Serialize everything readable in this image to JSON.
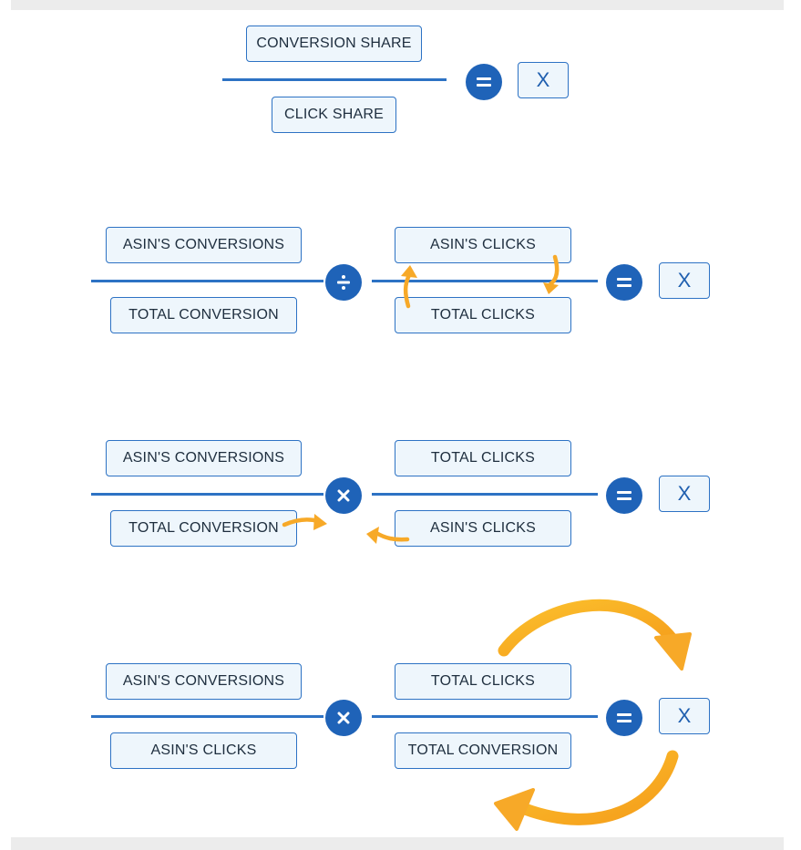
{
  "colors": {
    "primary": "#1f63b8",
    "box_fill": "#eef6fc",
    "arrow": "#f7a928"
  },
  "equation1": {
    "numerator": "CONVERSION SHARE",
    "denominator": "CLICK SHARE",
    "result": "X",
    "operator_icon": "equals-icon"
  },
  "equation2": {
    "left_numerator": "ASIN'S CONVERSIONS",
    "left_denominator": "TOTAL CONVERSION",
    "operator_icon": "divide-icon",
    "right_numerator": "ASIN'S CLICKS",
    "right_denominator": "TOTAL CLICKS",
    "result": "X",
    "arrows": "swap-arrows-icon"
  },
  "equation3": {
    "left_numerator": "ASIN'S CONVERSIONS",
    "left_denominator": "TOTAL CONVERSION",
    "operator_icon": "multiply-icon",
    "right_numerator": "TOTAL CLICKS",
    "right_denominator": "ASIN'S CLICKS",
    "result": "X",
    "arrows": "swap-arrows-icon"
  },
  "equation4": {
    "left_numerator": "ASIN'S CONVERSIONS",
    "left_denominator": "ASIN'S CLICKS",
    "operator_icon": "multiply-icon",
    "right_numerator": "TOTAL CLICKS",
    "right_denominator": "TOTAL CONVERSION",
    "result": "X",
    "arrows": "curved-swap-arrows-icon"
  }
}
